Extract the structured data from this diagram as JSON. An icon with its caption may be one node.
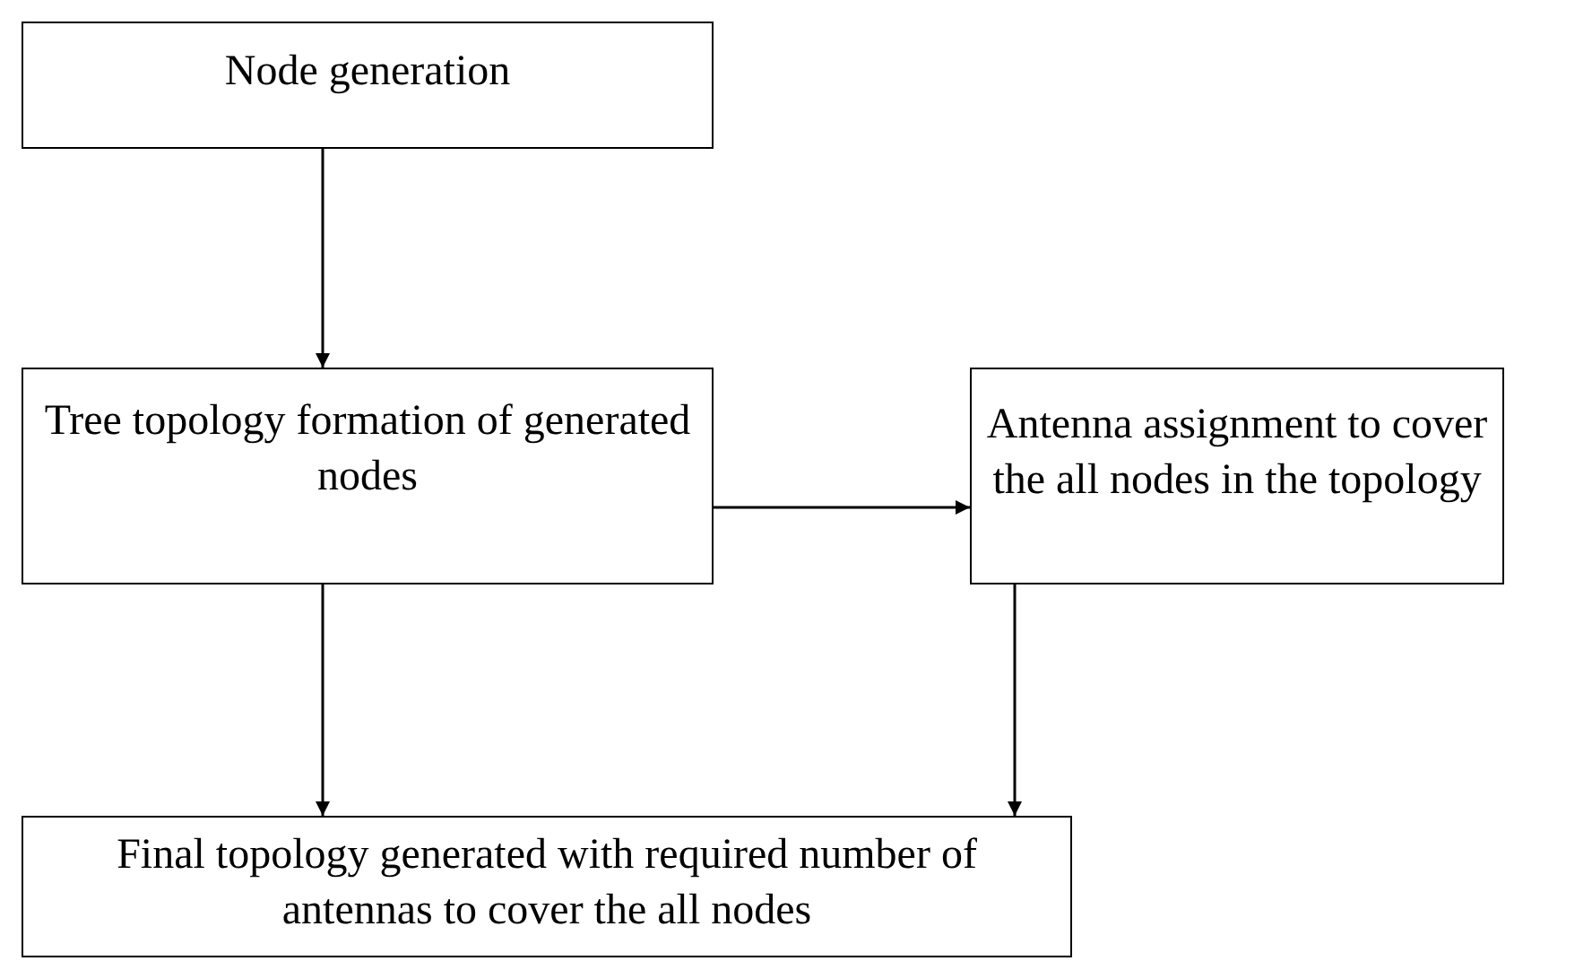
{
  "diagram": {
    "nodes": [
      {
        "text": [
          "Node generation"
        ]
      },
      {
        "text": [
          "Tree topology formation of generated nodes"
        ]
      },
      {
        "text": [
          "Antenna assignment to cover the all nodes in the topology"
        ]
      },
      {
        "text": [
          "Final topology generated with required number of antennas to cover the all nodes"
        ]
      }
    ],
    "edges": [
      {
        "from": 0,
        "to": 1,
        "arrow": "to"
      },
      {
        "from": 1,
        "to": 2,
        "arrow": "to"
      },
      {
        "from": 1,
        "to": 3,
        "arrow": "to"
      },
      {
        "from": 2,
        "to": 3,
        "arrow": "to"
      }
    ]
  }
}
